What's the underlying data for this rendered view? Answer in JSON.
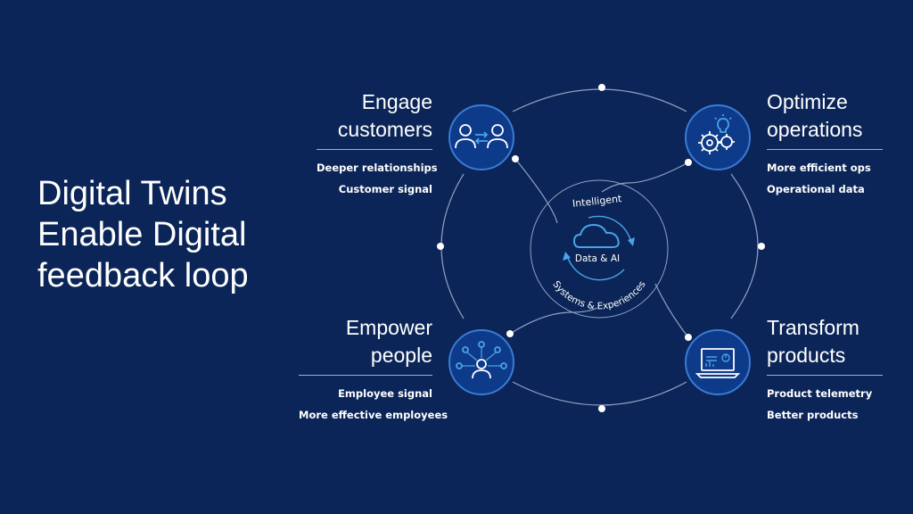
{
  "title": {
    "line1": "Digital Twins",
    "line2": "Enable Digital",
    "line3": "feedback loop"
  },
  "quadrants": {
    "engage": {
      "heading_line1": "Engage",
      "heading_line2": "customers",
      "items": [
        "Deeper relationships",
        "Customer signal"
      ],
      "icon": "people-exchange-icon"
    },
    "optimize": {
      "heading_line1": "Optimize",
      "heading_line2": "operations",
      "items": [
        "More efficient ops",
        "Operational data"
      ],
      "icon": "gears-lightbulb-icon"
    },
    "empower": {
      "heading_line1": "Empower",
      "heading_line2": "people",
      "items": [
        "Employee signal",
        "More effective employees"
      ],
      "icon": "person-network-icon"
    },
    "transform": {
      "heading_line1": "Transform",
      "heading_line2": "products",
      "items": [
        "Product telemetry",
        "Better products"
      ],
      "icon": "laptop-telemetry-icon"
    }
  },
  "center": {
    "top_label": "Intelligent",
    "core_label": "Data & AI",
    "bottom_label": "Systems & Experiences",
    "icon": "cloud-icon"
  },
  "colors": {
    "background": "#0b2558",
    "circle_fill": "#0e3a8a",
    "circle_stroke": "#3a7bd5",
    "line": "#8ea3c4",
    "accent": "#4aa3e8"
  }
}
